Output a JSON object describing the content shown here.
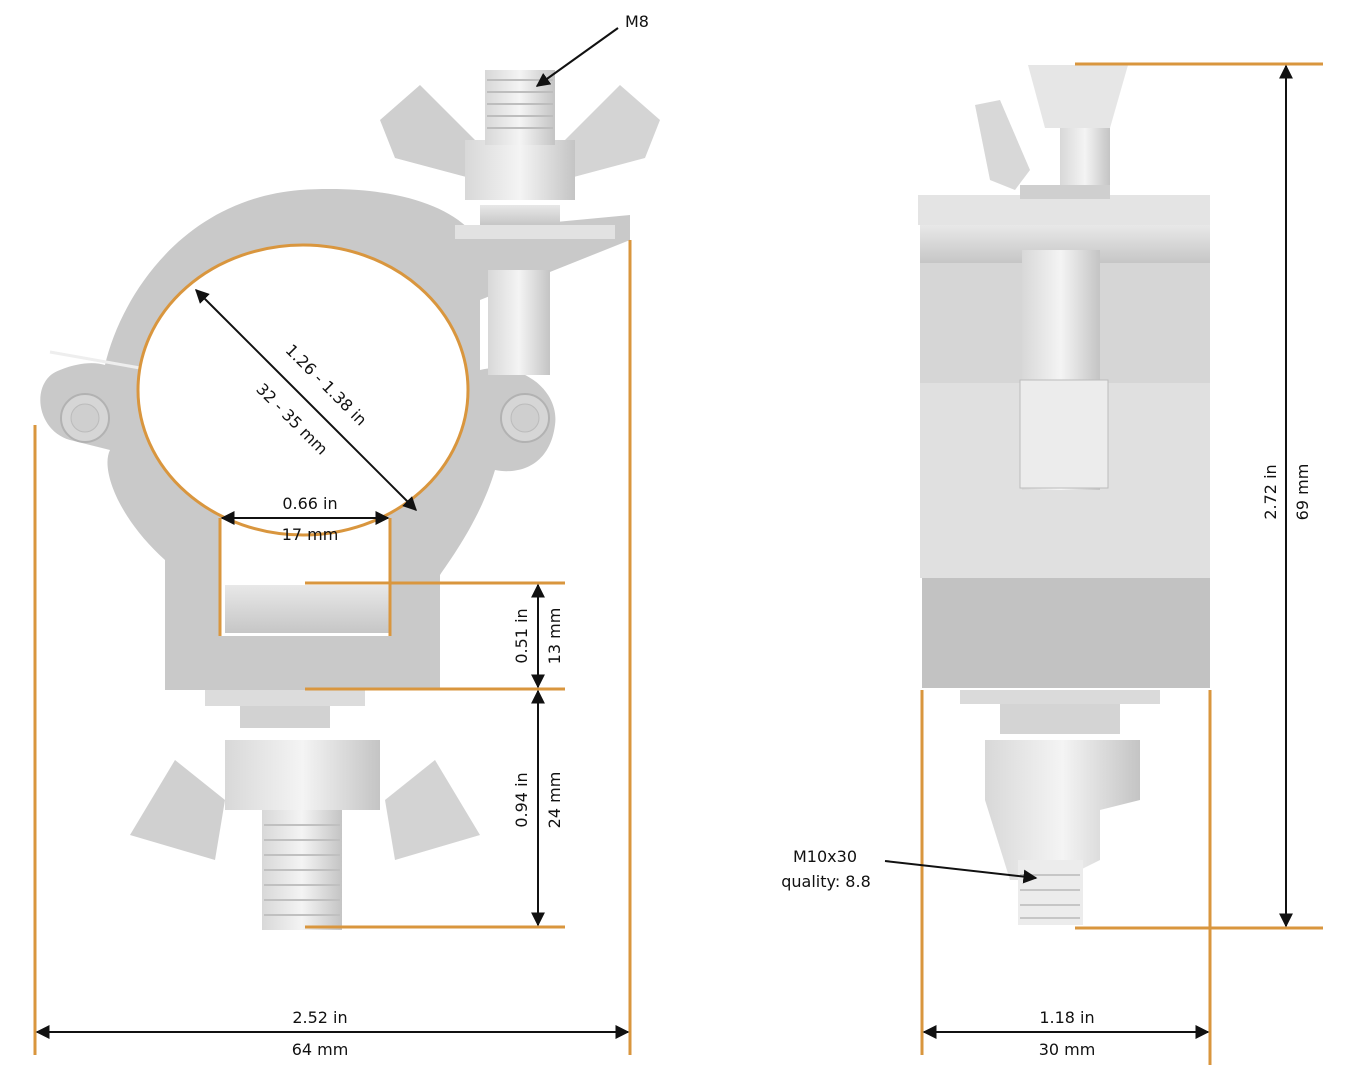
{
  "colors": {
    "background": "#ffffff",
    "extension_line": "#d9963e",
    "dimension_line": "#111111",
    "metal_body": "#c8c8c8",
    "metal_light": "#e6e6e6",
    "metal_dark": "#a9a9a9"
  },
  "front_view": {
    "callouts": {
      "top_bolt": "M8"
    },
    "dimensions": {
      "tube_diameter_in": "1.26 - 1.38 in",
      "tube_diameter_mm": "32 - 35 mm",
      "opening_width_in": "0.66 in",
      "opening_width_mm": "17 mm",
      "slot_height_in": "0.51 in",
      "slot_height_mm": "13 mm",
      "bolt_protrusion_in": "0.94 in",
      "bolt_protrusion_mm": "24 mm",
      "overall_width_in": "2.52 in",
      "overall_width_mm": "64 mm"
    }
  },
  "side_view": {
    "callouts": {
      "bottom_bolt_line1": "M10x30",
      "bottom_bolt_line2": "quality: 8.8"
    },
    "dimensions": {
      "overall_height_in": "2.72 in",
      "overall_height_mm": "69 mm",
      "depth_in": "1.18 in",
      "depth_mm": "30 mm"
    }
  }
}
